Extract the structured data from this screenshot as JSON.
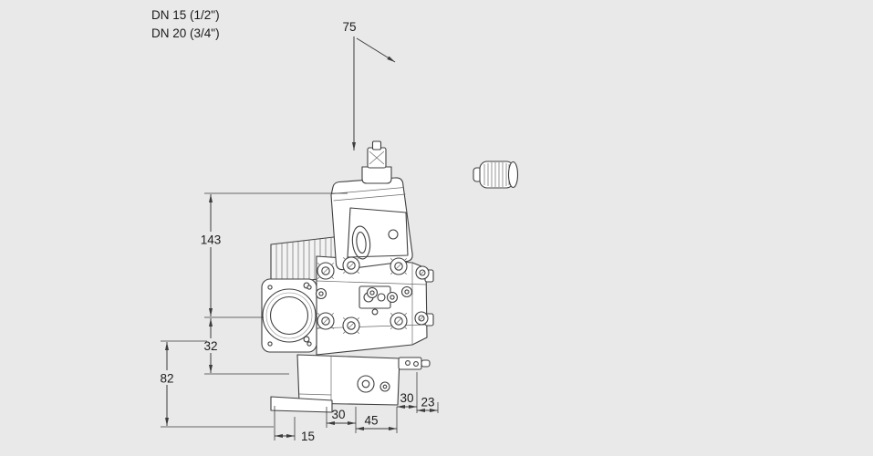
{
  "canvas": {
    "background": "#e9e9e9",
    "ink": "#3c3c3c"
  },
  "header": {
    "dn_line1": "DN 15 (1/2\")",
    "dn_line2": "DN 20 (3/4\")"
  },
  "dimensions": {
    "top_width": "75",
    "body_height": "143",
    "mid_offset": "32",
    "base_height": "82",
    "base_left_offset": "15",
    "base_width_left": "30",
    "base_width_center": "45",
    "side_width": "30",
    "side_offset": "23"
  },
  "illustrations": {
    "main": "gas-solenoid-valve-drawing",
    "accessory": "threaded-plug-drawing"
  }
}
